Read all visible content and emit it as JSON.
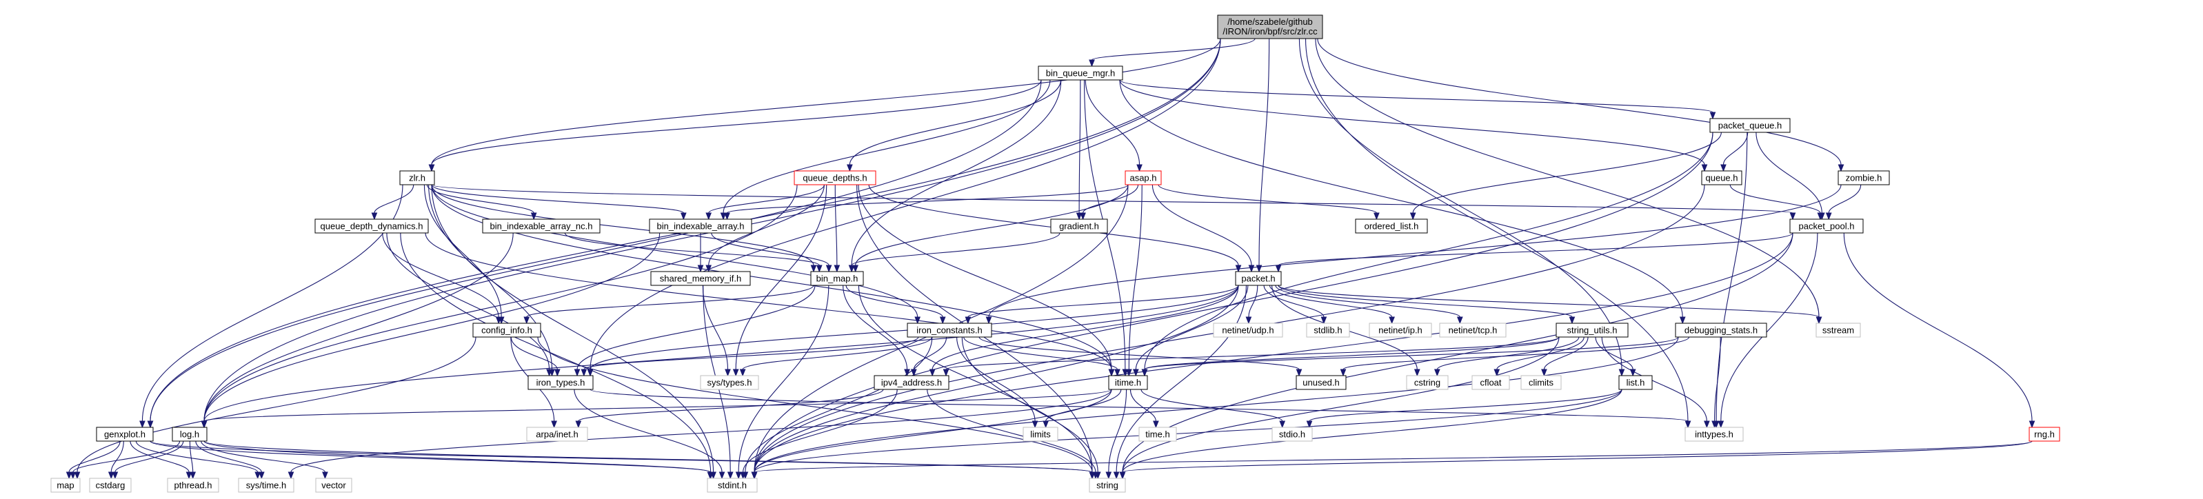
{
  "graph": {
    "root": {
      "line1": "/home/szabele/github",
      "line2": "/IRON/iron/bpf/src/zlr.cc"
    },
    "nodes": {
      "bin_queue_mgr_h": "bin_queue_mgr.h",
      "zlr_h": "zlr.h",
      "queue_depths_h": "queue_depths.h",
      "asap_h": "asap.h",
      "packet_queue_h": "packet_queue.h",
      "queue_h": "queue.h",
      "zombie_h": "zombie.h",
      "queue_depth_dynamics_h": "queue_depth_dynamics.h",
      "bin_indexable_array_nc_h": "bin_indexable_array_nc.h",
      "bin_indexable_array_h": "bin_indexable_array.h",
      "gradient_h": "gradient.h",
      "ordered_list_h": "ordered_list.h",
      "packet_pool_h": "packet_pool.h",
      "shared_memory_if_h": "shared_memory_if.h",
      "bin_map_h": "bin_map.h",
      "packet_h": "packet.h",
      "config_info_h": "config_info.h",
      "iron_constants_h": "iron_constants.h",
      "netinet_udp_h": "netinet/udp.h",
      "stdlib_h": "stdlib.h",
      "netinet_ip_h": "netinet/ip.h",
      "netinet_tcp_h": "netinet/tcp.h",
      "string_utils_h": "string_utils.h",
      "debugging_stats_h": "debugging_stats.h",
      "sstream": "sstream",
      "iron_types_h": "iron_types.h",
      "sys_types_h": "sys/types.h",
      "ipv4_address_h": "ipv4_address.h",
      "itime_h": "itime.h",
      "unused_h": "unused.h",
      "cstring": "cstring",
      "cfloat": "cfloat",
      "climits": "climits",
      "list_h": "list.h",
      "genxplot_h": "genxplot.h",
      "log_h": "log.h",
      "arpa_inet_h": "arpa/inet.h",
      "limits": "limits",
      "time_h": "time.h",
      "stdio_h": "stdio.h",
      "inttypes_h": "inttypes.h",
      "rng_h": "rng.h",
      "map": "map",
      "cstdarg": "cstdarg",
      "pthread_h": "pthread.h",
      "sys_time_h": "sys/time.h",
      "vector": "vector",
      "stdint_h": "stdint.h",
      "string": "string"
    },
    "edges": [
      [
        "root",
        "bin_queue_mgr_h"
      ],
      [
        "root",
        "zlr_h"
      ],
      [
        "root",
        "packet_h"
      ],
      [
        "root",
        "zombie_h"
      ],
      [
        "root",
        "log_h"
      ],
      [
        "root",
        "iron_types_h"
      ],
      [
        "root",
        "sstream"
      ],
      [
        "root",
        "inttypes_h"
      ],
      [
        "root",
        "list_h"
      ],
      [
        "root",
        "genxplot_h"
      ],
      [
        "bin_queue_mgr_h",
        "zlr_h"
      ],
      [
        "bin_queue_mgr_h",
        "queue_depths_h"
      ],
      [
        "bin_queue_mgr_h",
        "asap_h"
      ],
      [
        "bin_queue_mgr_h",
        "packet_queue_h"
      ],
      [
        "bin_queue_mgr_h",
        "queue_h"
      ],
      [
        "bin_queue_mgr_h",
        "gradient_h"
      ],
      [
        "bin_queue_mgr_h",
        "bin_indexable_array_h"
      ],
      [
        "bin_queue_mgr_h",
        "bin_map_h"
      ],
      [
        "bin_queue_mgr_h",
        "debugging_stats_h"
      ],
      [
        "bin_queue_mgr_h",
        "itime_h"
      ],
      [
        "bin_queue_mgr_h",
        "genxplot_h"
      ],
      [
        "zlr_h",
        "queue_depth_dynamics_h"
      ],
      [
        "zlr_h",
        "bin_indexable_array_nc_h"
      ],
      [
        "zlr_h",
        "bin_indexable_array_h"
      ],
      [
        "zlr_h",
        "bin_map_h"
      ],
      [
        "zlr_h",
        "packet_pool_h"
      ],
      [
        "zlr_h",
        "config_info_h"
      ],
      [
        "zlr_h",
        "iron_types_h"
      ],
      [
        "zlr_h",
        "itime_h"
      ],
      [
        "zlr_h",
        "genxplot_h"
      ],
      [
        "zlr_h",
        "stdint_h"
      ],
      [
        "zlr_h",
        "iron_constants_h"
      ],
      [
        "queue_depths_h",
        "bin_indexable_array_h"
      ],
      [
        "queue_depths_h",
        "bin_map_h"
      ],
      [
        "queue_depths_h",
        "shared_memory_if_h"
      ],
      [
        "queue_depths_h",
        "itime_h"
      ],
      [
        "queue_depths_h",
        "packet_h"
      ],
      [
        "queue_depths_h",
        "string"
      ],
      [
        "queue_depths_h",
        "sys_types_h"
      ],
      [
        "queue_depths_h",
        "log_h"
      ],
      [
        "asap_h",
        "bin_indexable_array_h"
      ],
      [
        "asap_h",
        "gradient_h"
      ],
      [
        "asap_h",
        "ordered_list_h"
      ],
      [
        "asap_h",
        "packet_h"
      ],
      [
        "asap_h",
        "bin_map_h"
      ],
      [
        "asap_h",
        "itime_h"
      ],
      [
        "asap_h",
        "stdint_h"
      ],
      [
        "packet_queue_h",
        "queue_h"
      ],
      [
        "packet_queue_h",
        "packet_pool_h"
      ],
      [
        "packet_queue_h",
        "ordered_list_h"
      ],
      [
        "packet_queue_h",
        "itime_h"
      ],
      [
        "packet_queue_h",
        "inttypes_h"
      ],
      [
        "packet_queue_h",
        "stdint_h"
      ],
      [
        "queue_h",
        "packet_pool_h"
      ],
      [
        "queue_h",
        "stdint_h"
      ],
      [
        "zombie_h",
        "packet_pool_h"
      ],
      [
        "zombie_h",
        "iron_constants_h"
      ],
      [
        "queue_depth_dynamics_h",
        "config_info_h"
      ],
      [
        "queue_depth_dynamics_h",
        "iron_types_h"
      ],
      [
        "queue_depth_dynamics_h",
        "itime_h"
      ],
      [
        "queue_depth_dynamics_h",
        "stdint_h"
      ],
      [
        "bin_indexable_array_nc_h",
        "bin_map_h"
      ],
      [
        "bin_indexable_array_nc_h",
        "log_h"
      ],
      [
        "bin_indexable_array_h",
        "bin_map_h"
      ],
      [
        "bin_indexable_array_h",
        "shared_memory_if_h"
      ],
      [
        "bin_indexable_array_h",
        "log_h"
      ],
      [
        "gradient_h",
        "bin_map_h"
      ],
      [
        "packet_pool_h",
        "packet_h"
      ],
      [
        "packet_pool_h",
        "inttypes_h"
      ],
      [
        "packet_pool_h",
        "rng_h"
      ],
      [
        "packet_pool_h",
        "string"
      ],
      [
        "packet_pool_h",
        "stdint_h"
      ],
      [
        "shared_memory_if_h",
        "sys_types_h"
      ],
      [
        "shared_memory_if_h",
        "stdint_h"
      ],
      [
        "bin_map_h",
        "config_info_h"
      ],
      [
        "bin_map_h",
        "iron_constants_h"
      ],
      [
        "bin_map_h",
        "ipv4_address_h"
      ],
      [
        "bin_map_h",
        "iron_types_h"
      ],
      [
        "bin_map_h",
        "string"
      ],
      [
        "bin_map_h",
        "stdint_h"
      ],
      [
        "packet_h",
        "iron_constants_h"
      ],
      [
        "packet_h",
        "iron_types_h"
      ],
      [
        "packet_h",
        "itime_h"
      ],
      [
        "packet_h",
        "netinet_udp_h"
      ],
      [
        "packet_h",
        "stdlib_h"
      ],
      [
        "packet_h",
        "netinet_ip_h"
      ],
      [
        "packet_h",
        "netinet_tcp_h"
      ],
      [
        "packet_h",
        "string_utils_h"
      ],
      [
        "packet_h",
        "sstream"
      ],
      [
        "packet_h",
        "cstring"
      ],
      [
        "packet_h",
        "log_h"
      ],
      [
        "packet_h",
        "stdint_h"
      ],
      [
        "packet_h",
        "string"
      ],
      [
        "packet_h",
        "ipv4_address_h"
      ],
      [
        "config_info_h",
        "iron_types_h"
      ],
      [
        "config_info_h",
        "map"
      ],
      [
        "config_info_h",
        "string"
      ],
      [
        "config_info_h",
        "arpa_inet_h"
      ],
      [
        "iron_constants_h",
        "iron_types_h"
      ],
      [
        "iron_constants_h",
        "sys_types_h"
      ],
      [
        "iron_constants_h",
        "ipv4_address_h"
      ],
      [
        "iron_constants_h",
        "itime_h"
      ],
      [
        "iron_constants_h",
        "unused_h"
      ],
      [
        "iron_constants_h",
        "limits"
      ],
      [
        "iron_constants_h",
        "stdint_h"
      ],
      [
        "iron_constants_h",
        "string"
      ],
      [
        "string_utils_h",
        "itime_h"
      ],
      [
        "string_utils_h",
        "list_h"
      ],
      [
        "string_utils_h",
        "cstring"
      ],
      [
        "string_utils_h",
        "cfloat"
      ],
      [
        "string_utils_h",
        "climits"
      ],
      [
        "string_utils_h",
        "inttypes_h"
      ],
      [
        "string_utils_h",
        "string"
      ],
      [
        "string_utils_h",
        "ipv4_address_h"
      ],
      [
        "debugging_stats_h",
        "itime_h"
      ],
      [
        "debugging_stats_h",
        "unused_h"
      ],
      [
        "debugging_stats_h",
        "inttypes_h"
      ],
      [
        "debugging_stats_h",
        "stdint_h"
      ],
      [
        "iron_types_h",
        "inttypes_h"
      ],
      [
        "iron_types_h",
        "stdint_h"
      ],
      [
        "ipv4_address_h",
        "arpa_inet_h"
      ],
      [
        "ipv4_address_h",
        "string"
      ],
      [
        "ipv4_address_h",
        "stdint_h"
      ],
      [
        "itime_h",
        "log_h"
      ],
      [
        "itime_h",
        "limits"
      ],
      [
        "itime_h",
        "time_h"
      ],
      [
        "itime_h",
        "stdio_h"
      ],
      [
        "itime_h",
        "sys_time_h"
      ],
      [
        "itime_h",
        "stdint_h"
      ],
      [
        "itime_h",
        "string"
      ],
      [
        "list_h",
        "stdio_h"
      ],
      [
        "list_h",
        "stdint_h"
      ],
      [
        "list_h",
        "string"
      ],
      [
        "genxplot_h",
        "map"
      ],
      [
        "genxplot_h",
        "cstdarg"
      ],
      [
        "genxplot_h",
        "pthread_h"
      ],
      [
        "genxplot_h",
        "sys_time_h"
      ],
      [
        "genxplot_h",
        "stdint_h"
      ],
      [
        "genxplot_h",
        "string"
      ],
      [
        "log_h",
        "map"
      ],
      [
        "log_h",
        "cstdarg"
      ],
      [
        "log_h",
        "pthread_h"
      ],
      [
        "log_h",
        "sys_time_h"
      ],
      [
        "log_h",
        "vector"
      ],
      [
        "log_h",
        "stdint_h"
      ],
      [
        "log_h",
        "string"
      ],
      [
        "rng_h",
        "stdint_h"
      ],
      [
        "rng_h",
        "string"
      ]
    ]
  }
}
